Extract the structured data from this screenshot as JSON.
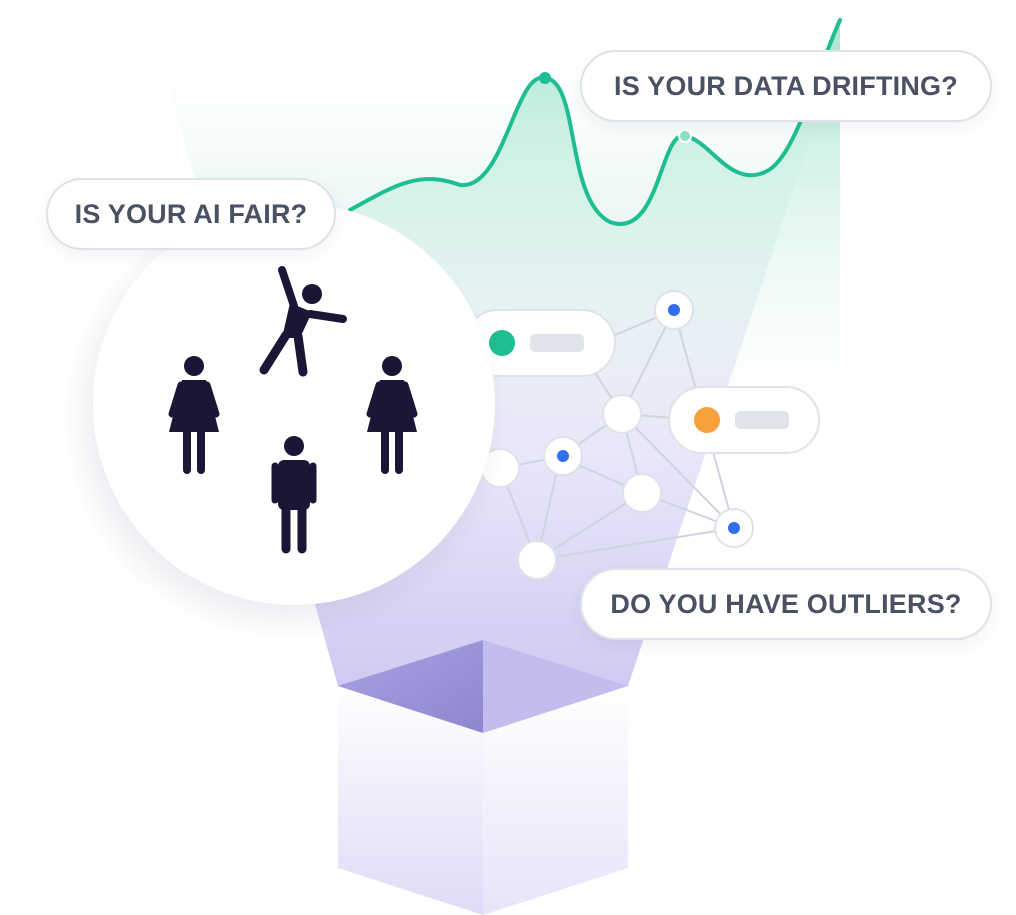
{
  "callouts": {
    "fairness": "IS YOUR AI FAIR?",
    "drift": "IS YOUR DATA DRIFTING?",
    "outliers": "DO YOU HAVE OUTLIERS?"
  },
  "icons": {
    "people_group": [
      "dancing-person-icon",
      "woman-icon",
      "woman-icon",
      "man-icon"
    ],
    "box": "open-box-icon"
  },
  "colors": {
    "drift_line": "#1fbe92",
    "node_accent": "#2f6ff0",
    "legend_green": "#1fbe92",
    "legend_orange": "#f7a03c",
    "people": "#1c1535",
    "box": "#9b93d8"
  }
}
